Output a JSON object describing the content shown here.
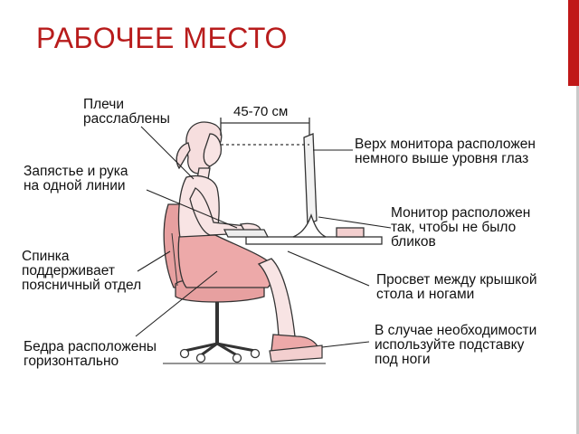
{
  "slide": {
    "title": "РАБОЧЕЕ МЕСТО",
    "accent_color": "#c01818",
    "skin_color": "#f3cfcf",
    "skirt_color": "#eda9a9",
    "chair_color": "#e7a0a0"
  },
  "diagram": {
    "distance_label": "45-70 см",
    "labels": {
      "shoulders": [
        "Плечи",
        "расслаблены"
      ],
      "wrist": [
        "Запястье и рука",
        "на одной линии"
      ],
      "back": [
        "Спинка",
        "поддерживает",
        "поясничный отдел"
      ],
      "hips": [
        "Бедра расположены",
        "горизонтально"
      ],
      "monitor_top": [
        "Верх монитора расположен",
        "немного выше уровня глаз"
      ],
      "monitor_position": [
        "Монитор расположен",
        "так, чтобы не было",
        "бликов"
      ],
      "legroom": [
        "Просвет между крышкой",
        "стола и ногами"
      ],
      "footrest": [
        "В случае необходимости",
        "используйте подставку",
        "под ноги"
      ]
    }
  }
}
